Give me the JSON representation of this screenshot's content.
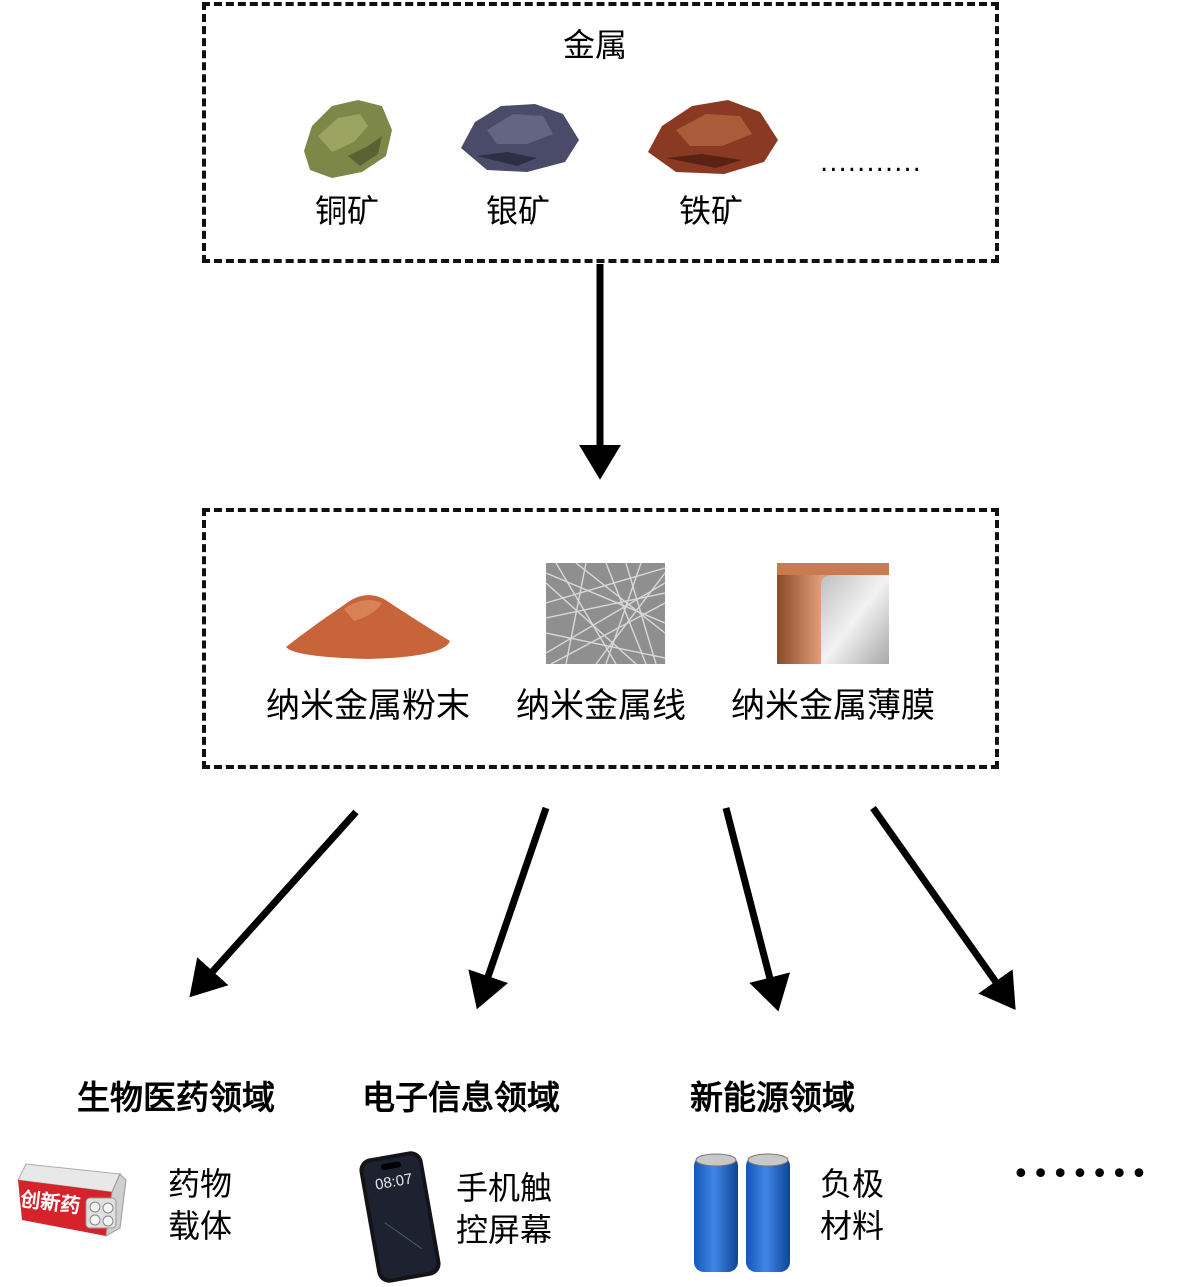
{
  "metal_box": {
    "title": "金属",
    "ores": [
      {
        "label": "铜矿",
        "icon": "copper-ore-icon",
        "color": "#7d8848"
      },
      {
        "label": "银矿",
        "icon": "silver-ore-icon",
        "color": "#4a4b68"
      },
      {
        "label": "铁矿",
        "icon": "iron-ore-icon",
        "color": "#8a3a22"
      }
    ],
    "ellipsis": "..........."
  },
  "nano_box": {
    "items": [
      {
        "label": "纳米金属粉末",
        "icon": "metal-powder-icon",
        "color": "#c8643a"
      },
      {
        "label": "纳米金属线",
        "icon": "nanowire-icon",
        "color": "#9a9a9a"
      },
      {
        "label": "纳米金属薄膜",
        "icon": "metal-film-icon",
        "color": "#c77b4e"
      }
    ]
  },
  "fields": [
    {
      "title": "生物医药领域",
      "desc_line1": "药物",
      "desc_line2": "载体",
      "icon": "drug-capsule-icon",
      "icon_text": "创新药"
    },
    {
      "title": "电子信息领域",
      "desc_line1": "手机触",
      "desc_line2": "控屏幕",
      "icon": "smartphone-icon",
      "icon_text": "08:07"
    },
    {
      "title": "新能源领域",
      "desc_line1": "负极",
      "desc_line2": "材料",
      "icon": "battery-icon",
      "icon_text": ""
    }
  ],
  "more": "•••••••"
}
